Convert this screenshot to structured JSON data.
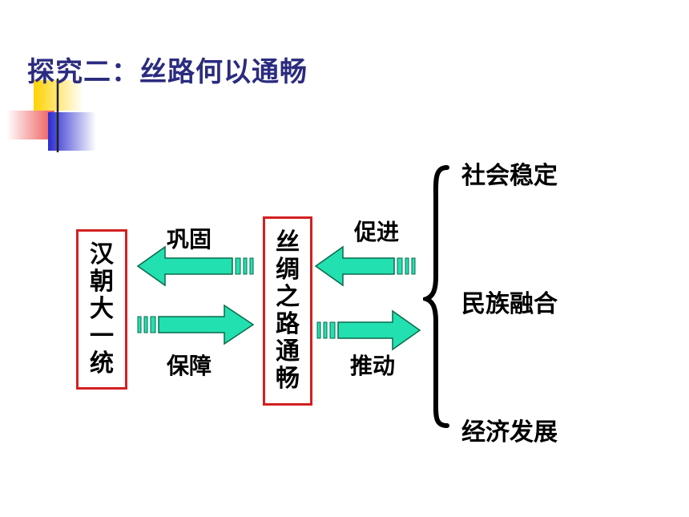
{
  "title": "探究二：丝路何以通畅",
  "left_box": [
    "汉",
    "朝",
    "大",
    "一",
    "统"
  ],
  "center_box": [
    "丝",
    "绸",
    "之",
    "路",
    "通",
    "畅"
  ],
  "arrows": {
    "top_left_label": "巩固",
    "bottom_left_label": "保障",
    "top_right_label": "促进",
    "bottom_right_label": "推动"
  },
  "outcomes": [
    "社会稳定",
    "民族融合",
    "经济发展"
  ],
  "colors": {
    "title": "#2b2b7f",
    "box_border": "#d42020",
    "arrow_fill": "#22e0b0",
    "arrow_stroke": "#0a6a4a"
  }
}
